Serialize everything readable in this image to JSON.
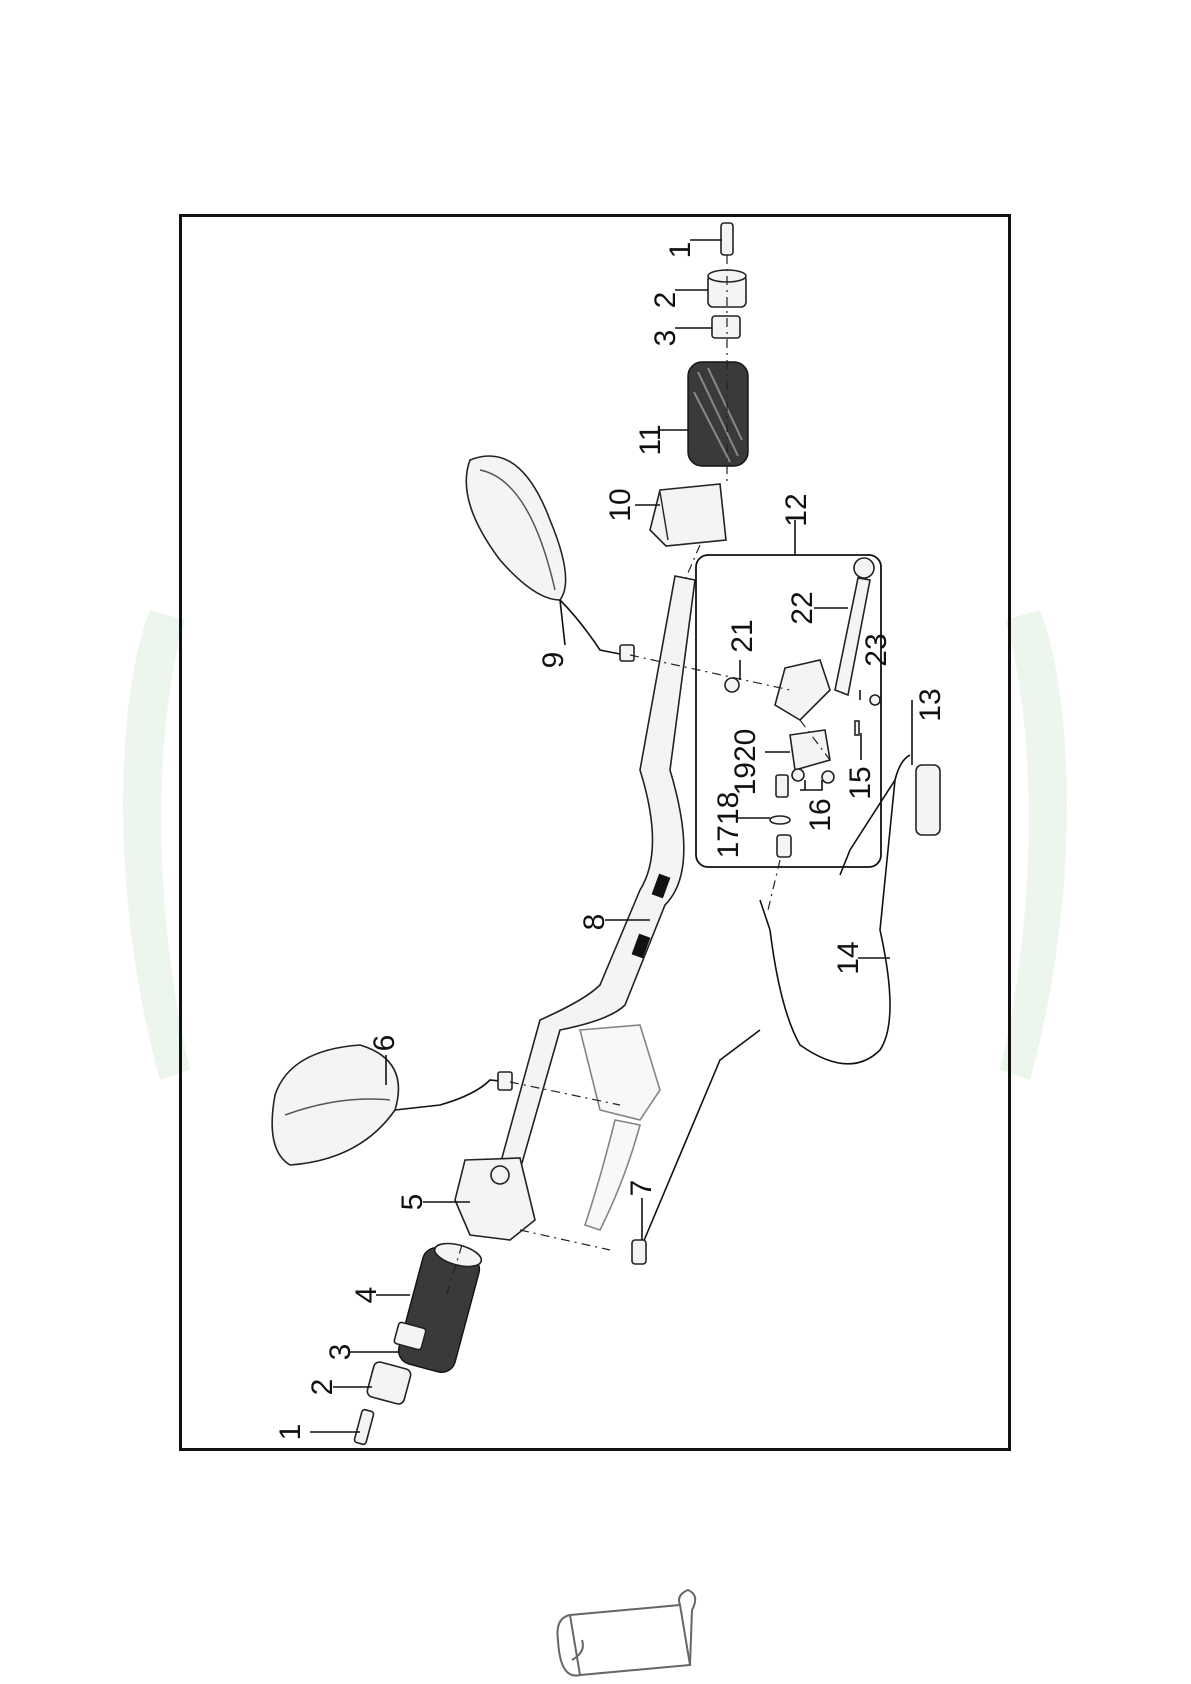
{
  "diagram": {
    "callouts": [
      {
        "id": "c-1-top",
        "label": "1"
      },
      {
        "id": "c-2-top",
        "label": "2"
      },
      {
        "id": "c-3-top",
        "label": "3"
      },
      {
        "id": "c-11",
        "label": "11"
      },
      {
        "id": "c-10",
        "label": "10"
      },
      {
        "id": "c-12",
        "label": "12"
      },
      {
        "id": "c-22",
        "label": "22"
      },
      {
        "id": "c-21",
        "label": "21"
      },
      {
        "id": "c-23",
        "label": "23"
      },
      {
        "id": "c-9",
        "label": "9"
      },
      {
        "id": "c-13",
        "label": "13"
      },
      {
        "id": "c-1920",
        "label": "1920"
      },
      {
        "id": "c-15",
        "label": "15"
      },
      {
        "id": "c-1718",
        "label": "1718"
      },
      {
        "id": "c-16",
        "label": "16"
      },
      {
        "id": "c-8",
        "label": "8"
      },
      {
        "id": "c-14",
        "label": "14"
      },
      {
        "id": "c-6",
        "label": "6"
      },
      {
        "id": "c-5",
        "label": "5"
      },
      {
        "id": "c-7",
        "label": "7"
      },
      {
        "id": "c-4",
        "label": "4"
      },
      {
        "id": "c-3-bot",
        "label": "3"
      },
      {
        "id": "c-2-bot",
        "label": "2"
      },
      {
        "id": "c-1-bot",
        "label": "1"
      }
    ]
  }
}
